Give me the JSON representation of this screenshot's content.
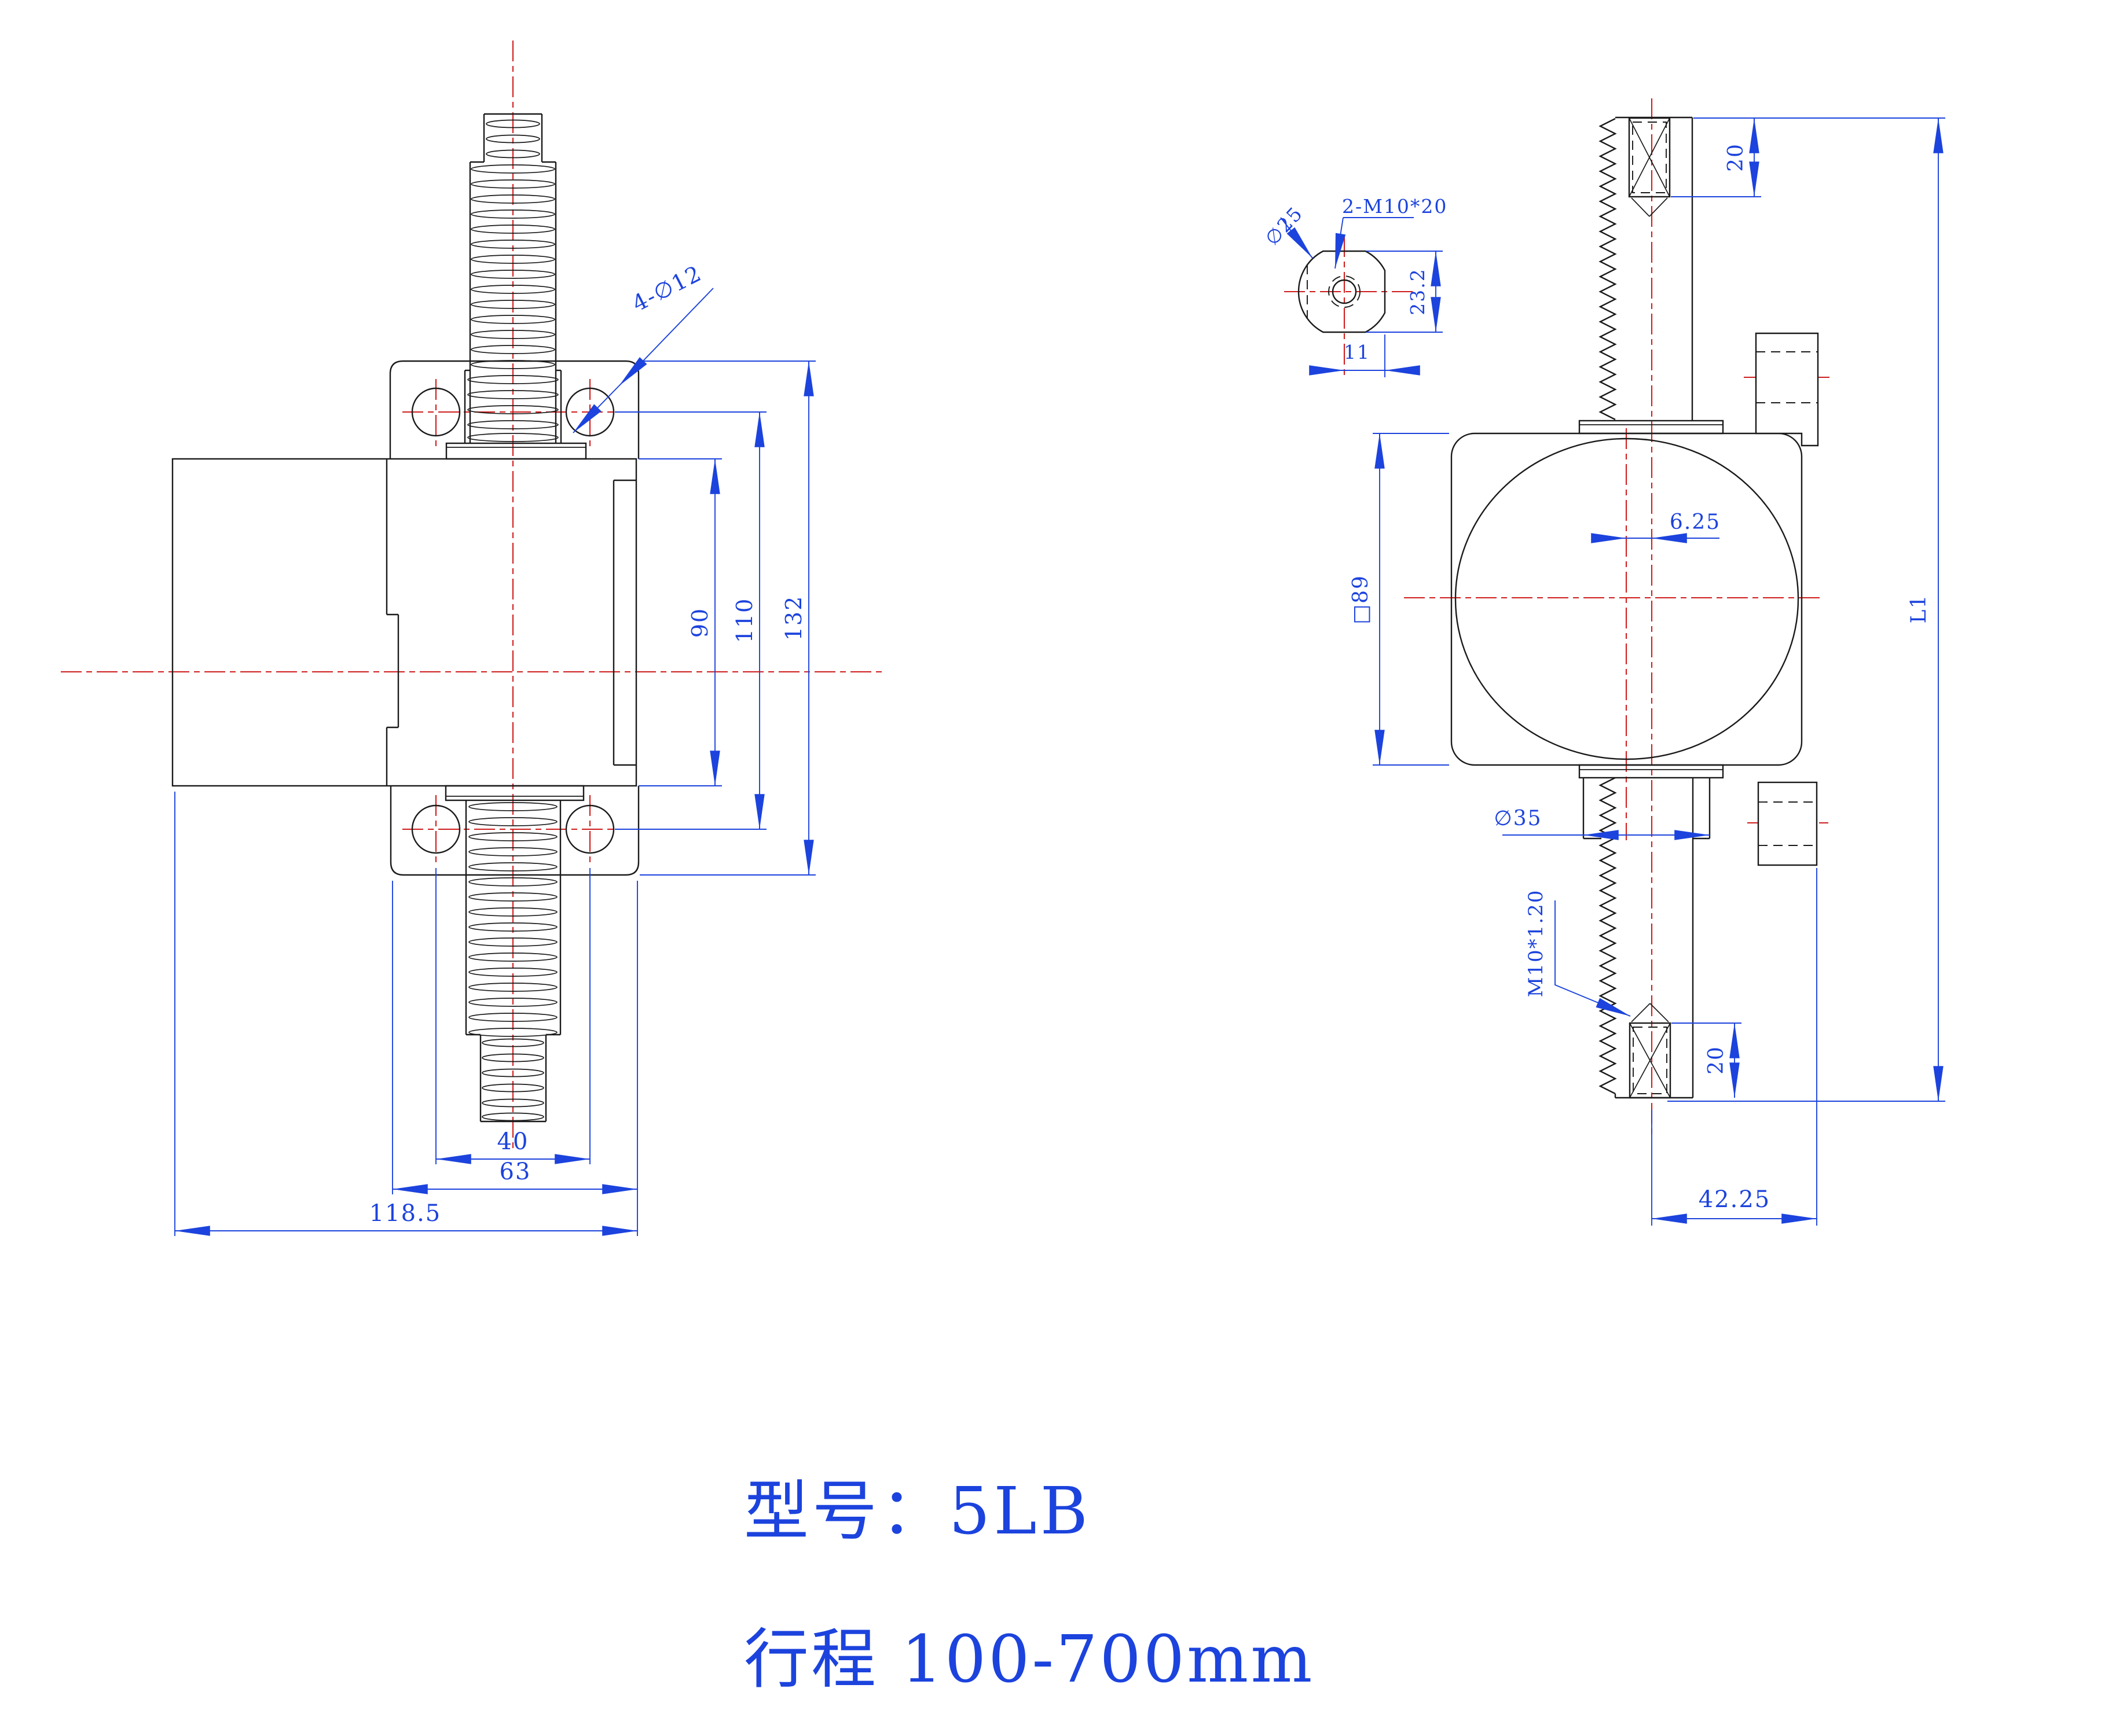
{
  "colors": {
    "outline": "#1a1a1a",
    "centerline": "#cf1d1d",
    "dimension": "#1c43dd",
    "background": "#ffffff"
  },
  "title_block": {
    "model": "型号：5LB",
    "stroke": "行程 100-700mm"
  },
  "front_view": {
    "name": "front-section-view",
    "dim_hole_callout": "4-∅12",
    "dim_body_height": "90",
    "dim_bolt_vertical_span": "110",
    "dim_flange_overall_height": "132",
    "dim_bolt_spacing": "40",
    "dim_flange_width": "63",
    "dim_overall_width": "118.5"
  },
  "detail_view": {
    "name": "screw-end-detail",
    "dim_diameter": "∅25",
    "dim_thread_callout": "2-M10*20",
    "dim_across_flats": "23.2",
    "dim_flat_offset": "11"
  },
  "side_view": {
    "name": "side-section-view",
    "dim_top_thread_depth": "20",
    "dim_center_offset": "6.25",
    "dim_body_square": "□89",
    "dim_bushing_diameter": "∅35",
    "dim_bottom_thread_callout": "M10*1.20",
    "dim_bottom_thread_depth": "20",
    "dim_shaft_extension": "42.25",
    "dim_overall_length": "L1"
  }
}
